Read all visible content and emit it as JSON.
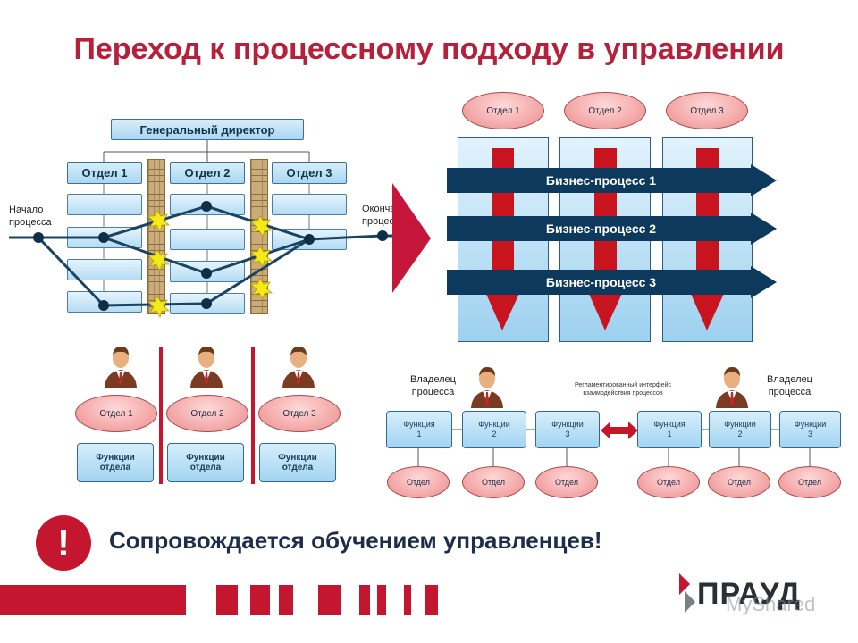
{
  "title": "Переход к процессному подходу в управлении",
  "left_diagram": {
    "director": "Генеральный директор",
    "departments": [
      "Отдел 1",
      "Отдел 2",
      "Отдел 3"
    ],
    "start_label": "Начало\nпроцесса",
    "end_label": "Окончание\nпроцесса"
  },
  "right_diagram": {
    "departments": [
      "Отдел 1",
      "Отдел 2",
      "Отдел 3"
    ],
    "processes": [
      "Бизнес-процесс 1",
      "Бизнес-процесс 2",
      "Бизнес-процесс 3"
    ]
  },
  "functional": {
    "departments": [
      "Отдел 1",
      "Отдел 2",
      "Отдел 3"
    ],
    "functions": [
      "Функции\nотдела",
      "Функции\nотдела",
      "Функции\nотдела"
    ]
  },
  "process_owners": {
    "owner_label": "Владелец\nпроцесса",
    "interface_label": "Регламентированный интерфейс\nвзаимодействия процессов",
    "left_functions": [
      "Функция\n1",
      "Функции\n2",
      "Функции\n3"
    ],
    "right_functions": [
      "Функция\n1",
      "Функции\n2",
      "Функции\n3"
    ],
    "dept_label": "Отдел"
  },
  "footer": {
    "exclamation": "!",
    "statement": "Сопровождается обучением управленцев!",
    "logo_text": "ПРАУД",
    "watermark": "MyShared"
  },
  "colors": {
    "accent": "#b5203a",
    "navy": "#0d3a5c",
    "light_blue": "#bfe3f7",
    "red": "#c4162e"
  }
}
